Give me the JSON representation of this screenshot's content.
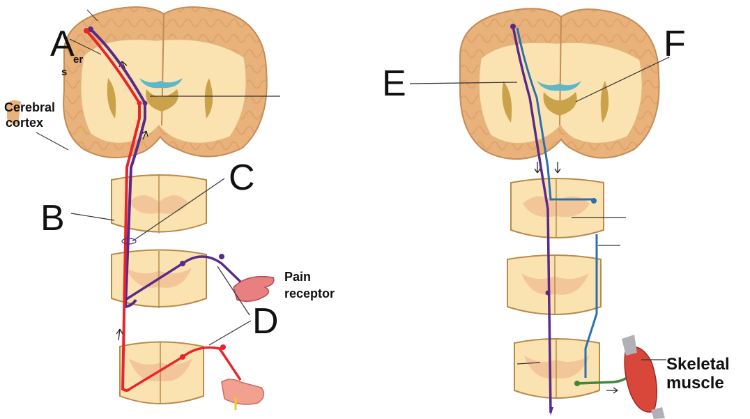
{
  "left_panel": {
    "label_a": "A",
    "label_b": "B",
    "label_c": "C",
    "label_d": "D",
    "partial_text_top": "er",
    "partial_text_bottom": "s",
    "cerebral_cortex_line1": "Cerebral",
    "cerebral_cortex_line2": "cortex",
    "pain_receptor_line1": "Pain",
    "pain_receptor_line2": "receptor"
  },
  "right_panel": {
    "label_e": "E",
    "label_f": "F",
    "skeletal_muscle_line1": "Skeletal",
    "skeletal_muscle_line2": "muscle"
  },
  "colors": {
    "cortex": "#e9b27a",
    "white_matter": "#fbe3b1",
    "nuclei": "#c9a24a",
    "ventricle": "#5fb8c9",
    "spinal_outline": "#b88a4a",
    "spinal_grey": "#f3c69a",
    "red_tract": "#e8242c",
    "purple_tract": "#5a2a8a",
    "blue_tract": "#2a6fb0",
    "green_nerve": "#3a8a3a",
    "muscle": "#d9463a"
  }
}
